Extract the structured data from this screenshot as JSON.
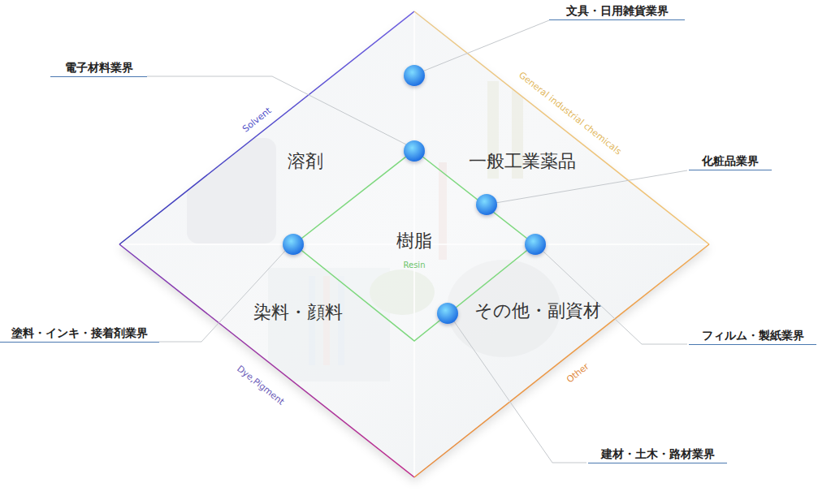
{
  "diagram": {
    "nodes": [
      {
        "text": [
          "溶剤",
          "Solvent"
        ]
      },
      {
        "text": [
          "一般工業薬品",
          "General industrial chemicals"
        ]
      },
      {
        "text": [
          "染料・顔料",
          "Dye,Pigment"
        ]
      },
      {
        "text": [
          "その他・副資材",
          "Other"
        ]
      },
      {
        "text": [
          "樹脂",
          "Resin"
        ]
      }
    ],
    "labels": [
      "文具・日用雑貨業界",
      "電子材料業界",
      "化粧品業界",
      "塗料・インキ・接着剤業界",
      "フィルム・製紙業界",
      "建材・土木・路材業界"
    ]
  }
}
